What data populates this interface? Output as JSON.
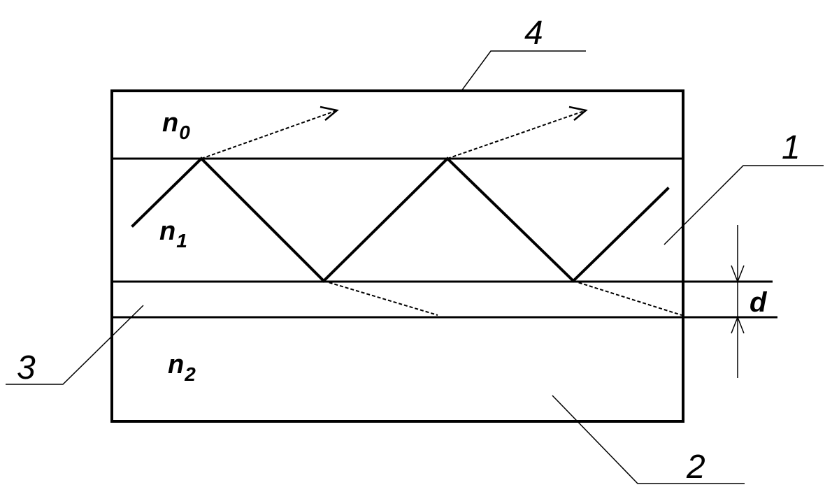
{
  "layers": {
    "n0": {
      "base": "n",
      "sub": "0"
    },
    "n1": {
      "base": "n",
      "sub": "1"
    },
    "n2": {
      "base": "n",
      "sub": "2"
    }
  },
  "callouts": {
    "label_1": "1",
    "label_2": "2",
    "label_3": "3",
    "label_4": "4"
  },
  "dimension": {
    "label": "d"
  }
}
